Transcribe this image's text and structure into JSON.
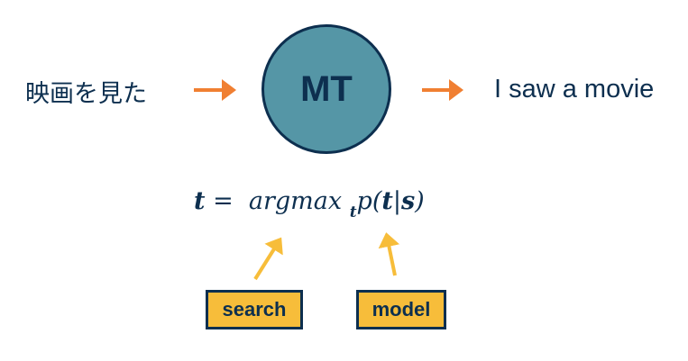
{
  "source_text": "映画を見た",
  "system_label": "MT",
  "target_text": "I saw a movie",
  "formula": {
    "lhs": "t",
    "eq": "=",
    "op": "argmax",
    "sub": "t",
    "p": "p(",
    "t": "t",
    "bar": "|",
    "s": "s",
    "close": ")"
  },
  "labels": {
    "search": "search",
    "model": "model"
  },
  "colors": {
    "circle": "#5596a6",
    "navy": "#0d2f4f",
    "orange": "#f07f32",
    "yellow": "#f7bd3a"
  }
}
